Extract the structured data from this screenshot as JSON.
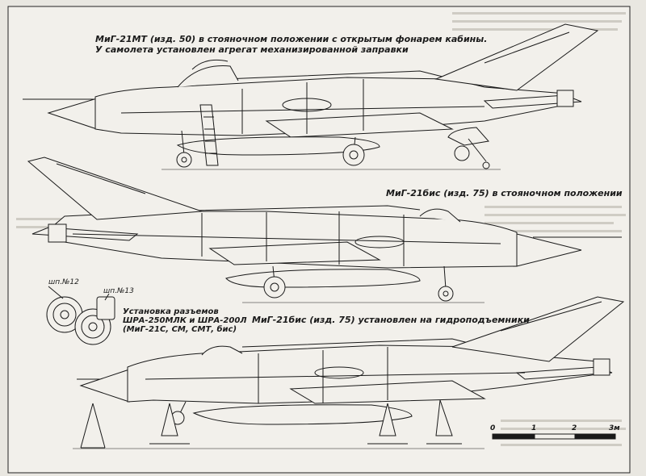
{
  "captions": {
    "mig21mt_line1": "МиГ-21МТ (изд. 50) в стояночном положении с открытым фонарем кабины.",
    "mig21mt_line2": "У самолета установлен агрегат механизированной заправки",
    "mig21bis_parked": "МиГ-21бис (изд. 75) в стояночном положении",
    "mig21bis_jacks": "МиГ-21бис (изд. 75) установлен на гидроподъемники",
    "connectors_line1": "Установка разъемов",
    "connectors_line2": "ШРА-250МЛК и ШРА-200Л",
    "connectors_line3": "(МиГ-21С, СМ, СМТ, бис)"
  },
  "labels": {
    "connector_12": "шп.№12",
    "connector_13": "шп.№13"
  },
  "scale": {
    "ticks": [
      "0",
      "1",
      "2",
      "3м"
    ]
  },
  "colors": {
    "paper": "#e9e7e1",
    "ink": "#1a1a1a"
  }
}
